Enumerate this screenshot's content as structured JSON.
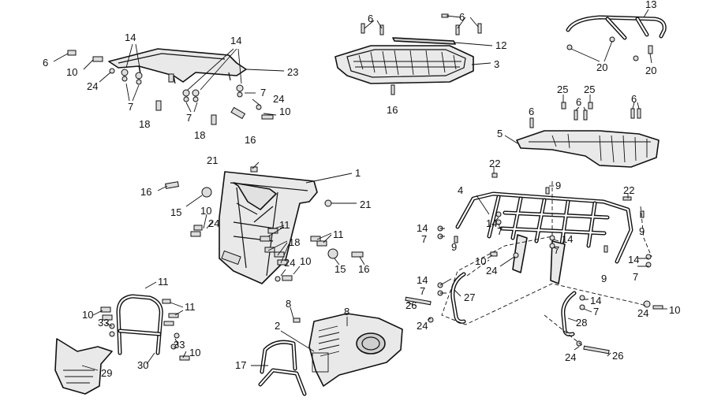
{
  "diagram": {
    "callouts": [
      {
        "id": "c1",
        "text": "14"
      },
      {
        "id": "c2",
        "text": "14"
      },
      {
        "id": "c3",
        "text": "6"
      },
      {
        "id": "c4",
        "text": "10"
      },
      {
        "id": "c5",
        "text": "24"
      },
      {
        "id": "c6",
        "text": "7"
      },
      {
        "id": "c7",
        "text": "23"
      },
      {
        "id": "c8",
        "text": "7"
      },
      {
        "id": "c9",
        "text": "7"
      },
      {
        "id": "c10",
        "text": "24"
      },
      {
        "id": "c11",
        "text": "10"
      },
      {
        "id": "c12",
        "text": "18"
      },
      {
        "id": "c13",
        "text": "18"
      },
      {
        "id": "c14",
        "text": "16"
      },
      {
        "id": "c15",
        "text": "6"
      },
      {
        "id": "c16",
        "text": "6"
      },
      {
        "id": "c17",
        "text": "12"
      },
      {
        "id": "c18",
        "text": "3"
      },
      {
        "id": "c19",
        "text": "16"
      },
      {
        "id": "c20",
        "text": "13"
      },
      {
        "id": "c21",
        "text": "20"
      },
      {
        "id": "c22",
        "text": "20"
      },
      {
        "id": "c23",
        "text": "25"
      },
      {
        "id": "c24",
        "text": "25"
      },
      {
        "id": "c25",
        "text": "6"
      },
      {
        "id": "c26",
        "text": "6"
      },
      {
        "id": "c27",
        "text": "6"
      },
      {
        "id": "c28",
        "text": "5"
      },
      {
        "id": "c29",
        "text": "21"
      },
      {
        "id": "c30",
        "text": "1"
      },
      {
        "id": "c31",
        "text": "16"
      },
      {
        "id": "c32",
        "text": "15"
      },
      {
        "id": "c33",
        "text": "21"
      },
      {
        "id": "c34",
        "text": "10"
      },
      {
        "id": "c35",
        "text": "24"
      },
      {
        "id": "c36",
        "text": "11"
      },
      {
        "id": "c37",
        "text": "18"
      },
      {
        "id": "c38",
        "text": "11"
      },
      {
        "id": "c39",
        "text": "24"
      },
      {
        "id": "c40",
        "text": "10"
      },
      {
        "id": "c41",
        "text": "15"
      },
      {
        "id": "c42",
        "text": "16"
      },
      {
        "id": "c43",
        "text": "22"
      },
      {
        "id": "c44",
        "text": "4"
      },
      {
        "id": "c45",
        "text": "9"
      },
      {
        "id": "c46",
        "text": "22"
      },
      {
        "id": "c47",
        "text": "14"
      },
      {
        "id": "c48",
        "text": "7"
      },
      {
        "id": "c49",
        "text": "9"
      },
      {
        "id": "c50",
        "text": "14"
      },
      {
        "id": "c51",
        "text": "7"
      },
      {
        "id": "c52",
        "text": "14"
      },
      {
        "id": "c53",
        "text": "7"
      },
      {
        "id": "c54",
        "text": "9"
      },
      {
        "id": "c55",
        "text": "14"
      },
      {
        "id": "c56",
        "text": "7"
      },
      {
        "id": "c57",
        "text": "9"
      },
      {
        "id": "c58",
        "text": "10"
      },
      {
        "id": "c59",
        "text": "24"
      },
      {
        "id": "c60",
        "text": "14"
      },
      {
        "id": "c61",
        "text": "7"
      },
      {
        "id": "c62",
        "text": "27"
      },
      {
        "id": "c63",
        "text": "26"
      },
      {
        "id": "c64",
        "text": "24"
      },
      {
        "id": "c65",
        "text": "14"
      },
      {
        "id": "c66",
        "text": "7"
      },
      {
        "id": "c67",
        "text": "28"
      },
      {
        "id": "c68",
        "text": "24"
      },
      {
        "id": "c69",
        "text": "10"
      },
      {
        "id": "c70",
        "text": "24"
      },
      {
        "id": "c71",
        "text": "26"
      },
      {
        "id": "c72",
        "text": "11"
      },
      {
        "id": "c73",
        "text": "10"
      },
      {
        "id": "c74",
        "text": "33"
      },
      {
        "id": "c75",
        "text": "11"
      },
      {
        "id": "c76",
        "text": "33"
      },
      {
        "id": "c77",
        "text": "10"
      },
      {
        "id": "c78",
        "text": "30"
      },
      {
        "id": "c79",
        "text": "29"
      },
      {
        "id": "c80",
        "text": "8"
      },
      {
        "id": "c81",
        "text": "8"
      },
      {
        "id": "c82",
        "text": "2"
      },
      {
        "id": "c83",
        "text": "17"
      }
    ]
  }
}
